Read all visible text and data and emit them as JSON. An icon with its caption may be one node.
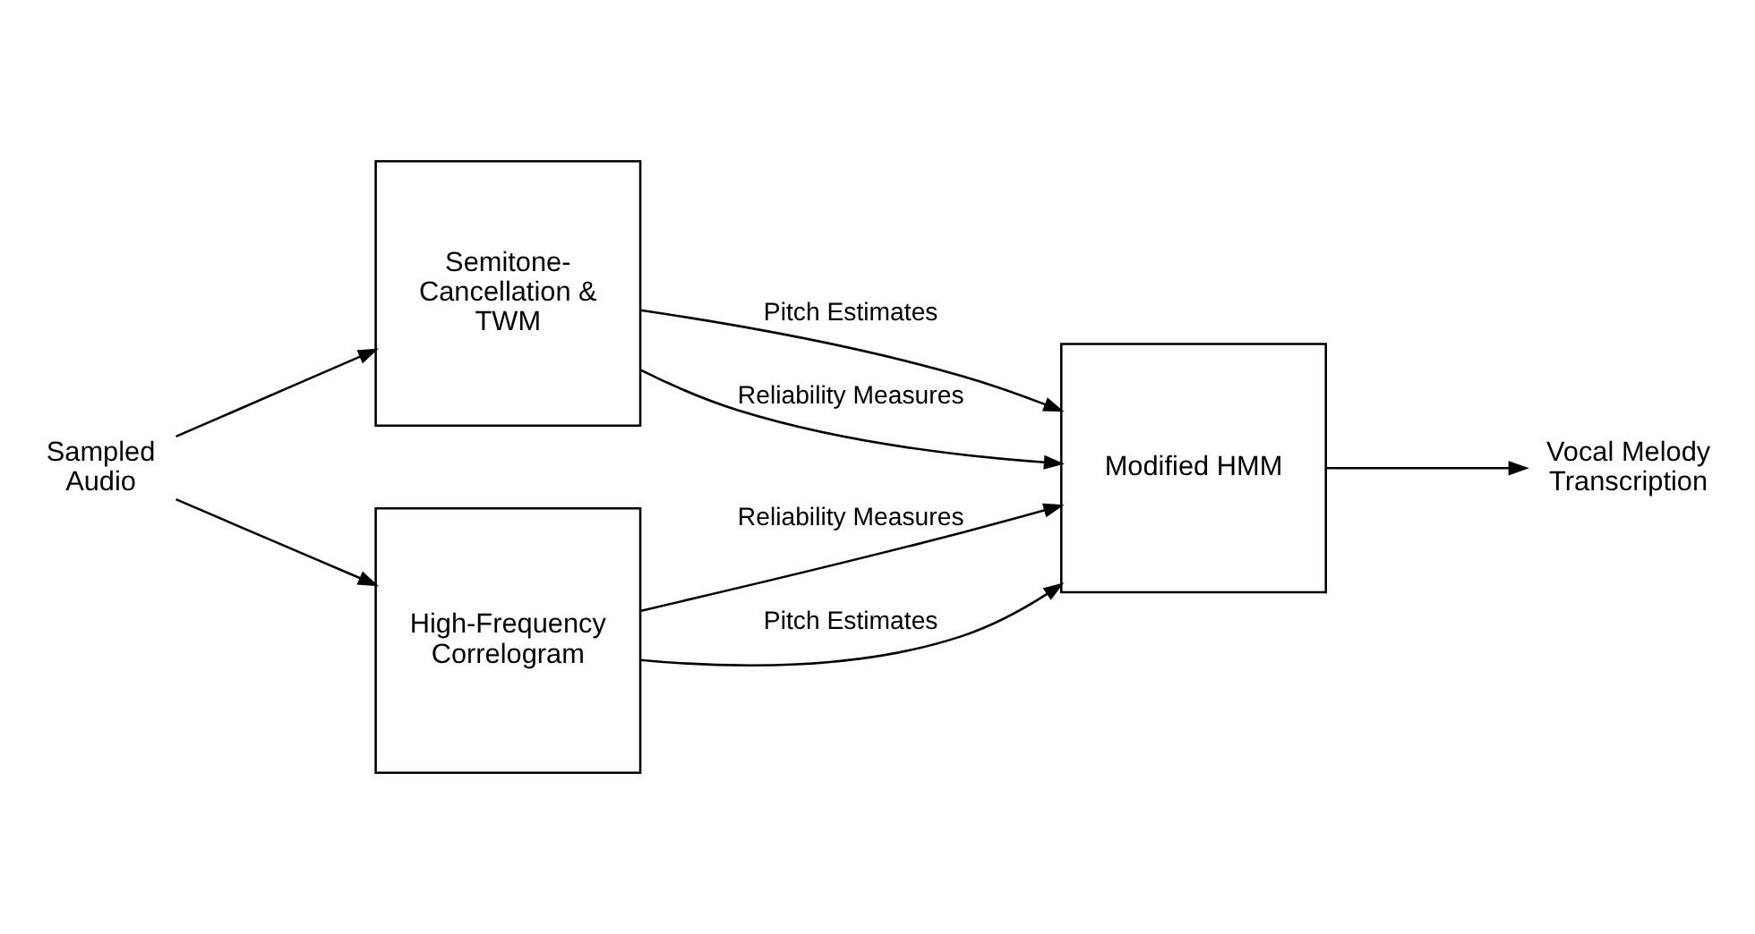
{
  "diagram": {
    "nodes": [
      {
        "text": [
          "Sampled Audio"
        ]
      },
      {
        "text": [
          "Semitone- Cancellation & TWM"
        ]
      },
      {
        "text": [
          "High-Frequency Correlogram"
        ]
      },
      {
        "text": [
          "Modified HMM"
        ]
      },
      {
        "text": [
          "Vocal Melody Transcription"
        ]
      }
    ],
    "edges": [
      {
        "from": 0,
        "to": 1,
        "arrow": "to"
      },
      {
        "from": 0,
        "to": 2,
        "arrow": "to"
      },
      {
        "from": 1,
        "to": 3,
        "arrow": "to",
        "label": "Pitch Estimates"
      },
      {
        "from": 1,
        "to": 3,
        "arrow": "to",
        "label": "Reliability Measures"
      },
      {
        "from": 2,
        "to": 3,
        "arrow": "to",
        "label": "Reliability Measures"
      },
      {
        "from": 2,
        "to": 3,
        "arrow": "to",
        "label": "Pitch Estimates"
      },
      {
        "from": 3,
        "to": 4,
        "arrow": "to"
      }
    ]
  }
}
